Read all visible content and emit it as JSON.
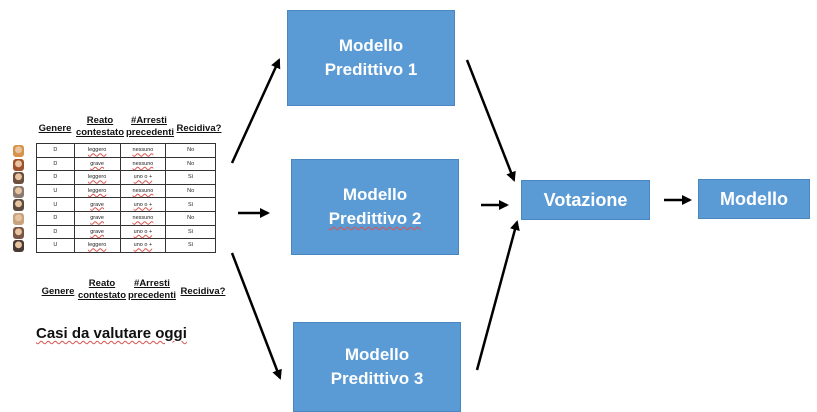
{
  "table": {
    "headers_top": [
      "Genere",
      "Reato contestato",
      "#Arresti precedenti",
      "Recidiva?"
    ],
    "headers_bottom": [
      "Genere",
      "Reato contestato",
      "#Arresti precedenti",
      "Recidiva?"
    ],
    "rows": [
      [
        "D",
        "leggero",
        "nessuno",
        "No"
      ],
      [
        "D",
        "grave",
        "nessuno",
        "No"
      ],
      [
        "D",
        "leggero",
        "uno o +",
        "Sì"
      ],
      [
        "U",
        "leggero",
        "nessuno",
        "No"
      ],
      [
        "U",
        "grave",
        "uno o +",
        "Sì"
      ],
      [
        "D",
        "grave",
        "nessuno",
        "No"
      ],
      [
        "D",
        "grave",
        "uno o +",
        "Sì"
      ],
      [
        "U",
        "leggero",
        "uno o +",
        "Sì"
      ]
    ],
    "avatar_colors": [
      "#d8934a",
      "#a0522d",
      "#6b4f3f",
      "#8a7a70",
      "#5a4a40",
      "#c9a27e",
      "#7a5546",
      "#4a3a35"
    ]
  },
  "caption": "Casi da  valutare oggi",
  "models": [
    {
      "line1": "Modello",
      "line2": "Predittivo 1"
    },
    {
      "line1": "Modello",
      "line2": "Predittivo 2"
    },
    {
      "line1": "Modello",
      "line2": "Predittivo 3"
    }
  ],
  "vote_label": "Votazione",
  "final_label": "Modello",
  "colors": {
    "box_fill": "#5b9bd5",
    "box_text": "#ffffff",
    "arrow": "#000000"
  }
}
